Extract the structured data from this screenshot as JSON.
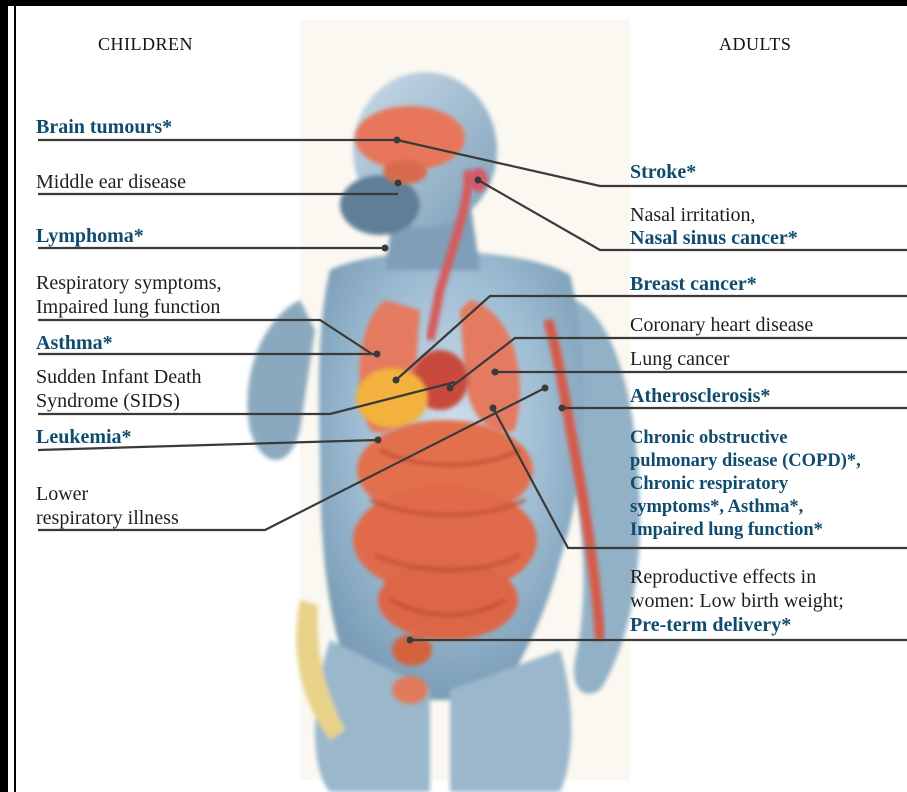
{
  "headers": {
    "left": "CHILDREN",
    "right": "ADULTS"
  },
  "colors": {
    "highlight_text": "#0f4b6e",
    "normal_text": "#1e1e1e",
    "leader_line": "#3a3a3a",
    "organ": "#e06a4a",
    "body_skin": "#8fb0c8"
  },
  "children": [
    {
      "lines": [
        "Brain tumours*"
      ],
      "highlight": true
    },
    {
      "lines": [
        "Middle ear disease"
      ],
      "highlight": false
    },
    {
      "lines": [
        "Lymphoma*"
      ],
      "highlight": true
    },
    {
      "lines": [
        "Respiratory symptoms,",
        "Impaired lung function"
      ],
      "highlight": false
    },
    {
      "lines": [
        "Asthma*"
      ],
      "highlight": true
    },
    {
      "lines": [
        "Sudden Infant Death",
        "Syndrome (SIDS)"
      ],
      "highlight": false
    },
    {
      "lines": [
        "Leukemia*"
      ],
      "highlight": true
    },
    {
      "lines": [
        "Lower",
        "respiratory illness"
      ],
      "highlight": false
    }
  ],
  "adults": [
    {
      "lines": [
        "Stroke*"
      ],
      "highlight": true
    },
    {
      "lines": [
        "Nasal irritation,"
      ],
      "highlight": false
    },
    {
      "lines": [
        "Nasal sinus cancer*"
      ],
      "highlight": true
    },
    {
      "lines": [
        "Breast cancer*"
      ],
      "highlight": true
    },
    {
      "lines": [
        "Coronary heart disease"
      ],
      "highlight": false
    },
    {
      "lines": [
        "Lung cancer"
      ],
      "highlight": false
    },
    {
      "lines": [
        "Atherosclerosis*"
      ],
      "highlight": true
    },
    {
      "lines": [
        "Chronic obstructive",
        "pulmonary disease (COPD)*,",
        "Chronic respiratory",
        "symptoms*, Asthma*,",
        "Impaired lung function*"
      ],
      "highlight": true
    },
    {
      "lines": [
        "Reproductive effects in",
        "women: Low birth weight;"
      ],
      "highlight": false
    },
    {
      "lines": [
        "Pre-term delivery*"
      ],
      "highlight": true
    }
  ]
}
